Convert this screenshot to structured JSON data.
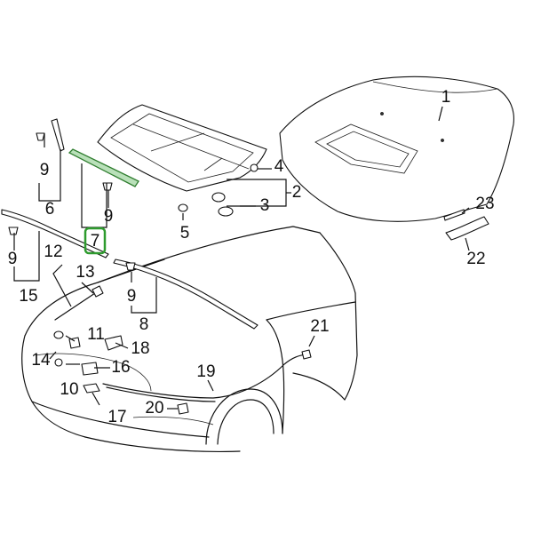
{
  "diagram": {
    "callouts": {
      "c1": "1",
      "c2": "2",
      "c3": "3",
      "c4": "4",
      "c5": "5",
      "c6": "6",
      "c7": "7",
      "c8": "8",
      "c9a": "9",
      "c9b": "9",
      "c9c": "9",
      "c9d": "9",
      "c10": "10",
      "c11": "11",
      "c12": "12",
      "c13": "13",
      "c14": "14",
      "c15": "15",
      "c16": "16",
      "c17": "17",
      "c18": "18",
      "c19": "19",
      "c20": "20",
      "c21": "21",
      "c22": "22",
      "c23": "23"
    },
    "highlighted_part": "7",
    "highlight_color": "#2e9b2e"
  }
}
